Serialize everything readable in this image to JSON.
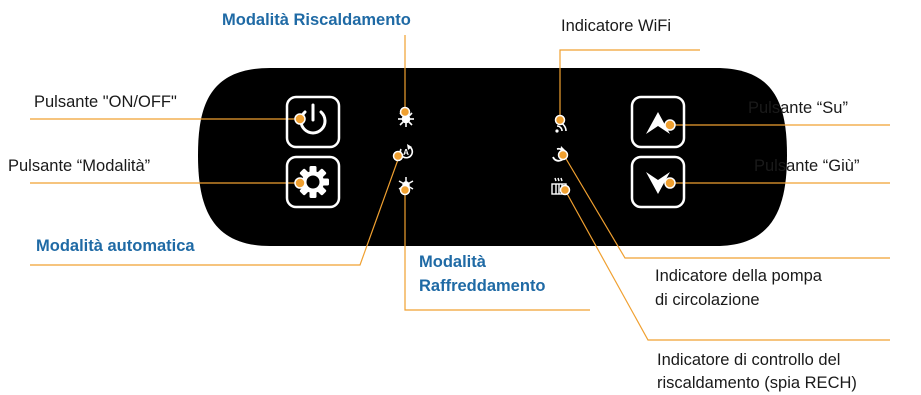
{
  "accent_color": "#f0a030",
  "panel_color": "#000000",
  "title_color": "#1f6aa5",
  "buttons": {
    "power": {
      "label": "Pulsante \"ON/OFF\"",
      "icon": "power-icon"
    },
    "mode": {
      "label": "Pulsante “Modalità”",
      "icon": "gear-icon"
    },
    "up": {
      "label": "Pulsante “Su”",
      "icon": "chevron-up-icon"
    },
    "down": {
      "label": "Pulsante “Giù”",
      "icon": "chevron-down-icon"
    }
  },
  "modes": {
    "heating": {
      "label": "Modalità Riscaldamento",
      "icon": "sun-icon"
    },
    "auto": {
      "label": "Modalità automatica",
      "icon": "auto-mode-icon"
    },
    "cooling": {
      "label": "Modalità Raffreddamento",
      "line1": "Modalità",
      "line2": "Raffreddamento",
      "icon": "snowflake-icon"
    }
  },
  "indicators": {
    "wifi": {
      "label": "Indicatore WiFi",
      "icon": "wifi-icon"
    },
    "pump": {
      "label": "Indicatore della pompa di circolazione",
      "line1": "Indicatore della pompa",
      "line2": "di circolazione",
      "icon": "pump-icon"
    },
    "heating_control": {
      "label": "Indicatore di controllo del riscaldamento (spia RECH)",
      "line1": "Indicatore di controllo del",
      "line2": "riscaldamento (spia RECH)",
      "icon": "heater-icon"
    }
  }
}
